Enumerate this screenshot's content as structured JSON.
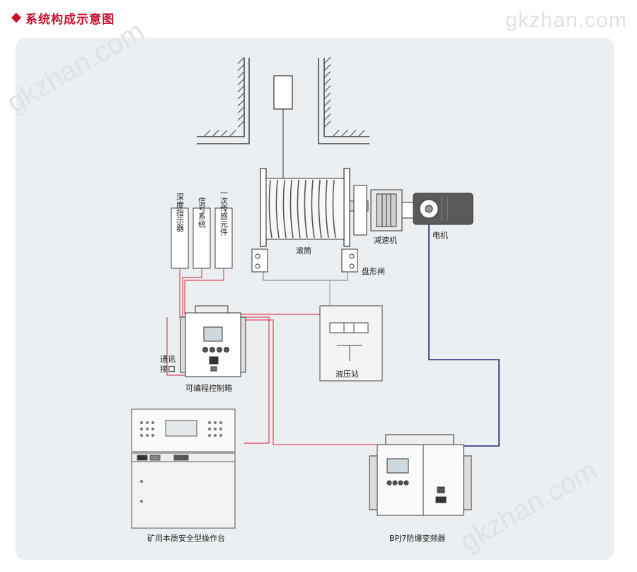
{
  "header": {
    "title": "系统构成示意图"
  },
  "watermarks": {
    "top_right": "gkzhan.com",
    "left": "gkzhan.com",
    "right": "gkzhan.com"
  },
  "labels": {
    "drum": "滚筒",
    "reducer": "减速机",
    "motor": "电机",
    "disc_brake": "盘形闸",
    "depth_indicator": "深度指示器",
    "signal_system": "信号系统",
    "primary_sensor": "一次传感元件",
    "comm_port_line1": "通讯",
    "comm_port_line2": "接口",
    "plc_box": "可编程控制箱",
    "hydraulic_station": "液压站",
    "console": "矿用本质安全型操作台",
    "vfd": "BPJ7防爆变频器"
  },
  "colors": {
    "accent": "#c8102e",
    "signal_line": "#d9475a",
    "power_line": "#1f2a7a",
    "equipment": "#555555",
    "panel_bg": "#eceff1"
  }
}
